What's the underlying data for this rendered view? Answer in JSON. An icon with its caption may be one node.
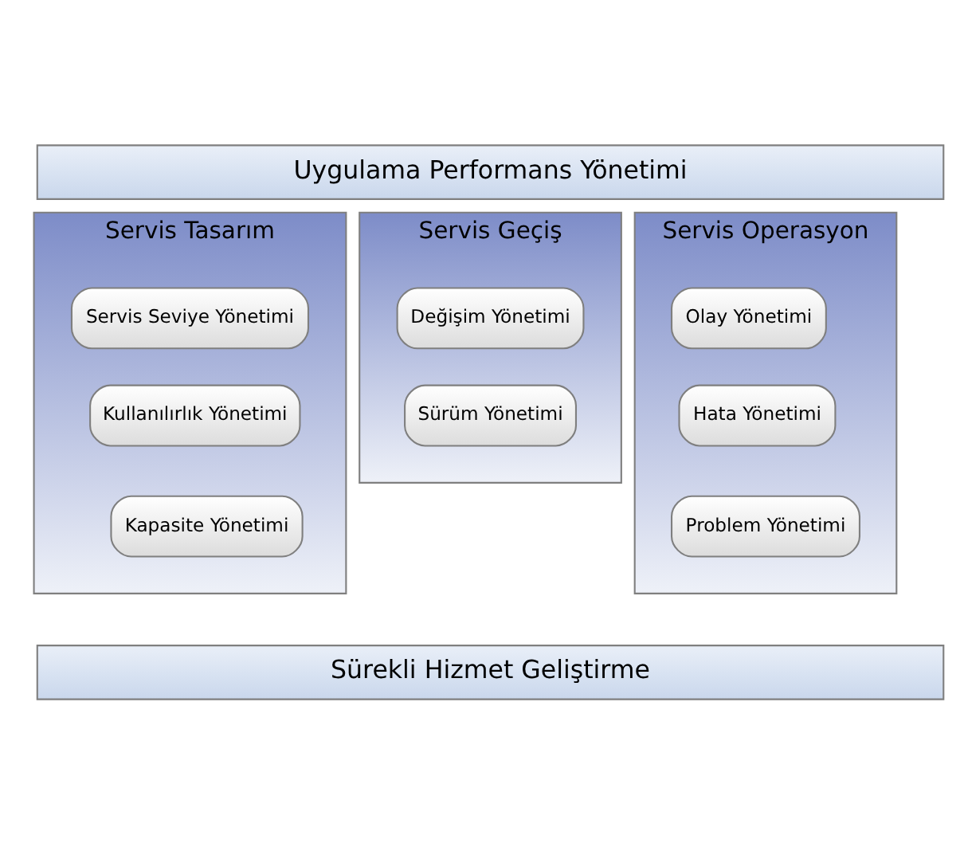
{
  "diagram": {
    "nodes": [
      {
        "text": [
          "Uygulama Performans Yönetimi"
        ]
      },
      {
        "text": [
          "Servis Tasarım"
        ]
      },
      {
        "text": [
          "Servis Seviye Yönetimi"
        ],
        "in": 1
      },
      {
        "text": [
          "Kullanılırlık Yönetimi"
        ],
        "in": 1
      },
      {
        "text": [
          "Kapasite Yönetimi"
        ],
        "in": 1
      },
      {
        "text": [
          "Servis Geçiş"
        ]
      },
      {
        "text": [
          "Değişim Yönetimi"
        ],
        "in": 5
      },
      {
        "text": [
          "Sürüm Yönetimi"
        ],
        "in": 5
      },
      {
        "text": [
          "Servis Operasyon"
        ]
      },
      {
        "text": [
          "Olay Yönetimi"
        ],
        "in": 8
      },
      {
        "text": [
          "Hata Yönetimi"
        ],
        "in": 8
      },
      {
        "text": [
          "Problem Yönetimi"
        ],
        "in": 8
      },
      {
        "text": [
          "Sürekli Hizmet Geliştirme"
        ]
      }
    ],
    "edges": []
  }
}
